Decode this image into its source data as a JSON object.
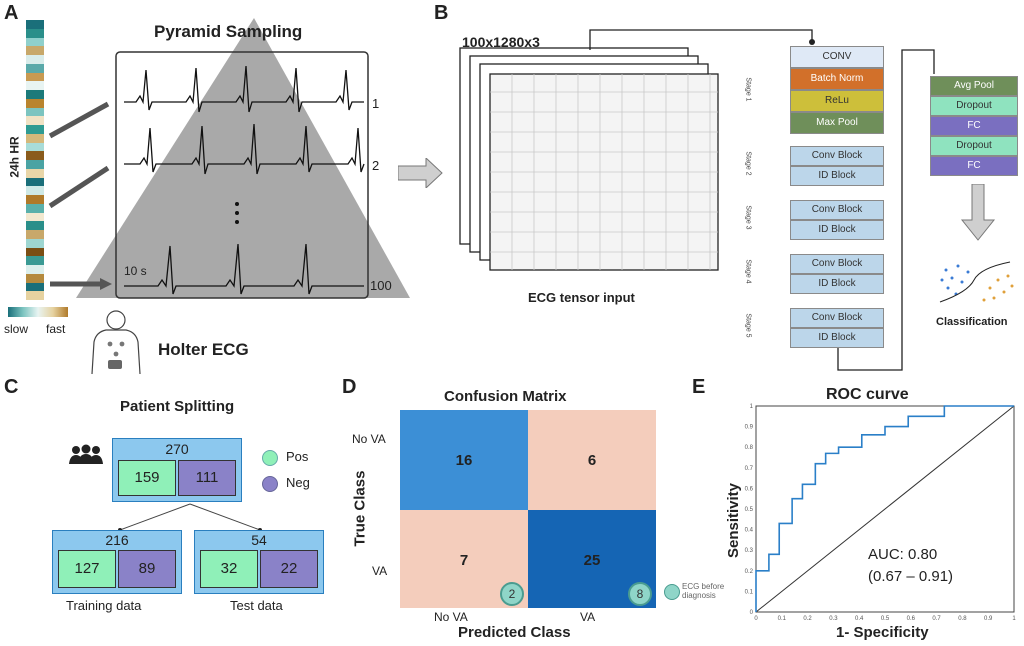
{
  "panel_a": {
    "letter": "A",
    "hr_label": "24h HR",
    "title": "Pyramid Sampling",
    "row_labels": [
      "1",
      "2",
      "100"
    ],
    "dots": "⋮",
    "duration_label": "10 s",
    "legend_slow": "slow",
    "legend_fast": "fast",
    "device_label": "Holter ECG",
    "hr_colors": [
      "#1a6f7a",
      "#2a8f8a",
      "#8fd0cc",
      "#c8a86a",
      "#d9ecea",
      "#5aa9a9",
      "#c89a52",
      "#e8f4f2",
      "#1c7a7a",
      "#b9842e",
      "#7cc4c0",
      "#f0e2c4",
      "#2f9b92",
      "#d4b87a",
      "#a8dcd8",
      "#8a5b1c",
      "#4aa3a3",
      "#e9d6a8",
      "#1a6f7a",
      "#cfe9e6",
      "#b07a2a",
      "#5ab0ab",
      "#f2e8cf",
      "#2a8f8a",
      "#c8a86a",
      "#9ed6d1",
      "#7a4e14",
      "#3a9a94",
      "#dcefec",
      "#b58a3e",
      "#1a6f7a",
      "#e6d2a0"
    ]
  },
  "panel_b": {
    "letter": "B",
    "tensor_size": "100x1280x3",
    "tensor_label": "ECG tensor input",
    "layers": [
      {
        "label": "CONV",
        "color": "#dfe9f6"
      },
      {
        "label": "Batch Norm",
        "color": "#d2702a"
      },
      {
        "label": "ReLu",
        "color": "#cdbf3a"
      },
      {
        "label": "Max Pool",
        "color": "#6f8f5a"
      },
      {
        "label": "Conv Block",
        "color": "#bcd6ea"
      },
      {
        "label": "ID Block",
        "color": "#bcd6ea"
      },
      {
        "label": "Conv Block",
        "color": "#bcd6ea"
      },
      {
        "label": "ID Block",
        "color": "#bcd6ea"
      },
      {
        "label": "Conv Block",
        "color": "#bcd6ea"
      },
      {
        "label": "ID Block",
        "color": "#bcd6ea"
      },
      {
        "label": "Conv Block",
        "color": "#bcd6ea"
      },
      {
        "label": "ID Block",
        "color": "#bcd6ea"
      }
    ],
    "stages": [
      "Stage 1",
      "Stage 2",
      "Stage 3",
      "Stage 4",
      "Stage 5"
    ],
    "head_layers": [
      {
        "label": "Avg Pool",
        "color": "#6f8f5a"
      },
      {
        "label": "Dropout",
        "color": "#8fe3bf"
      },
      {
        "label": "FC",
        "color": "#7a6fc0"
      },
      {
        "label": "Dropout",
        "color": "#8fe3bf"
      },
      {
        "label": "FC",
        "color": "#7a6fc0"
      }
    ],
    "classification_label": "Classification"
  },
  "panel_c": {
    "letter": "C",
    "title": "Patient Splitting",
    "total": "270",
    "total_pos": "159",
    "total_neg": "111",
    "train_total": "216",
    "train_pos": "127",
    "train_neg": "89",
    "test_total": "54",
    "test_pos": "32",
    "test_neg": "22",
    "train_label": "Training data",
    "test_label": "Test data",
    "legend_pos": "Pos",
    "legend_neg": "Neg",
    "pos_color": "#8ff0b8",
    "neg_color": "#8a82c8"
  },
  "panel_d": {
    "letter": "D",
    "title": "Confusion Matrix",
    "ylabel": "True Class",
    "xlabel": "Predicted Class",
    "row_labels": [
      "No VA",
      "VA"
    ],
    "col_labels": [
      "No VA",
      "VA"
    ],
    "values": [
      [
        "16",
        "6"
      ],
      [
        "7",
        "25"
      ]
    ],
    "badge_left": "2",
    "badge_right": "8",
    "legend_text": "ECG before diagnosis"
  },
  "panel_e": {
    "letter": "E",
    "title": "ROC curve",
    "xlabel": "1- Specificity",
    "ylabel": "Sensitivity",
    "auc": "AUC: 0.80",
    "ci": "(0.67 – 0.91)",
    "chart_data": {
      "type": "line",
      "title": "ROC curve",
      "xlabel": "1- Specificity",
      "ylabel": "Sensitivity",
      "xlim": [
        0,
        1
      ],
      "ylim": [
        0,
        1
      ],
      "x_ticks": [
        "0",
        "0.1",
        "0.2",
        "0.3",
        "0.4",
        "0.5",
        "0.6",
        "0.7",
        "0.8",
        "0.9",
        "1"
      ],
      "y_ticks": [
        "0",
        "0.1",
        "0.2",
        "0.3",
        "0.4",
        "0.5",
        "0.6",
        "0.7",
        "0.8",
        "0.9",
        "1"
      ],
      "series": [
        {
          "x": [
            0,
            0,
            0.05,
            0.05,
            0.09,
            0.09,
            0.14,
            0.14,
            0.18,
            0.18,
            0.23,
            0.23,
            0.27,
            0.27,
            0.32,
            0.32,
            0.41,
            0.41,
            0.5,
            0.5,
            0.59,
            0.59,
            0.73,
            0.73,
            1
          ],
          "y": [
            0,
            0.2,
            0.2,
            0.28,
            0.28,
            0.43,
            0.43,
            0.55,
            0.55,
            0.62,
            0.62,
            0.72,
            0.72,
            0.77,
            0.77,
            0.8,
            0.8,
            0.86,
            0.86,
            0.9,
            0.9,
            0.95,
            0.95,
            1,
            1
          ]
        },
        {
          "x": [
            0,
            1
          ],
          "y": [
            0,
            1
          ]
        }
      ],
      "grid": false
    }
  }
}
